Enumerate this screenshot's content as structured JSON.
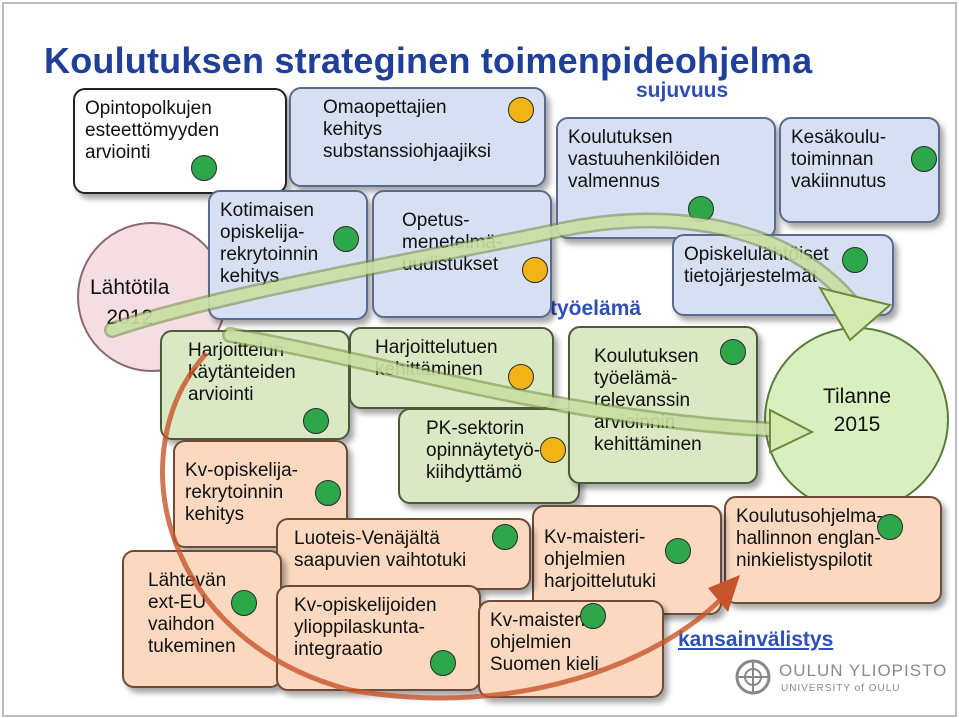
{
  "title": "Koulutuksen strateginen toimenpideohjelma",
  "labels": {
    "sujuvuus": "sujuvuus",
    "tyoelama": "työelämä",
    "kansainvalistys": "kansainvälistys"
  },
  "start": {
    "text": "Lähtötila\n2012"
  },
  "end": {
    "text": "Tilanne\n2015"
  },
  "boxes": {
    "opintopolkujen": "Opintopolkujen\nesteettömyyden\narviointi",
    "omaopettajien": "Omaopettajien\nkehitys\nsubstanssiohjaajiksi",
    "kotimaisen": "Kotimaisen\nopiskelija-\nrekrytoinnin\nkehitys",
    "opetusmenetelma": "Opetus-\nmenetelmä-\nuudistukset",
    "vastuuhenkilot": "Koulutuksen\nvastuuhenkilöiden\nvalmennus",
    "kesakoulutoiminta": "Kesäkoulu-\ntoiminnan\nvakiinnutus",
    "opiskelulahtoiset": "Opiskelulähtöiset\ntietojärjestelmät",
    "harjoittelun": "Harjoittelun\nkäytänteiden\narviointi",
    "harjoittelutuen": "Harjoittelutuen\nkehittäminen",
    "pksektori": "PK-sektorin\nopinnäytetyö-\nkiihdyttämö",
    "tyoelamarelevanssi": "Koulutuksen\ntyöelämä-\nrelevanssin\narvioinnin\nkehittäminen",
    "kvopiskelija": "Kv-opiskelija-\nrekrytoinnin\nkehitys",
    "koulutusohjelma": "Koulutusohjelma-\nhallinnon englan-\nninkielistyspilotit",
    "kvmaisteriharj": "Kv-maisteri-\nohjelmien\nharjoittelutuki",
    "luoteis": "Luoteis-Venäjältä\nsaapuvien vaihtotuki",
    "lahtevan": "Lähtevän\next-EU\nvaihdon\ntukeminen",
    "kvopiskelijoiden": "Kv-opiskelijoiden\nylioppilaskunta-\nintegraatio",
    "kvmaisterisuomi": "Kv-maisteri-\nohjelmien\nSuomen kieli"
  },
  "logo": {
    "line1": "OULUN YLIOPISTO",
    "line2": "UNIVERSITY of OULU"
  },
  "colors": {
    "title": "#1f3f99",
    "label": "#2e4fb8",
    "green_dot": "#2ea64a",
    "yellow_dot": "#f2b315",
    "arrow_fill": "#d4eab0",
    "arrow_stroke": "#6c8a3a",
    "start_circle": "#f4dde3",
    "end_circle": "#d8f0c0"
  }
}
